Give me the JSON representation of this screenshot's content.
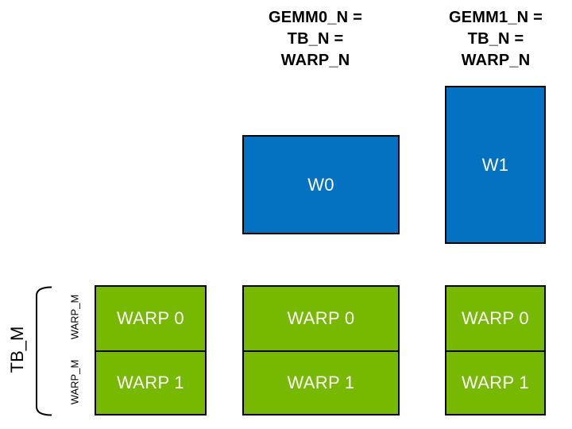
{
  "colors": {
    "blue": "#0572C1",
    "green": "#76B900",
    "outline": "#000000",
    "label_on_fill": "#FFFFFF",
    "label_dark": "#000000"
  },
  "headers": [
    {
      "lines": [
        "GEMM0_N =",
        "TB_N =",
        "WARP_N"
      ]
    },
    {
      "lines": [
        "GEMM1_N =",
        "TB_N =",
        "WARP_N"
      ]
    }
  ],
  "blue_tiles": [
    {
      "label": "W0"
    },
    {
      "label": "W1"
    }
  ],
  "warp_columns": [
    {
      "rows": [
        "WARP 0",
        "WARP 1"
      ]
    },
    {
      "rows": [
        "WARP 0",
        "WARP 1"
      ]
    },
    {
      "rows": [
        "WARP 0",
        "WARP 1"
      ]
    }
  ],
  "axis_labels": {
    "tb_m": "TB_M",
    "warp_m_row0": "WARP_M",
    "warp_m_row1": "WARP_M"
  }
}
